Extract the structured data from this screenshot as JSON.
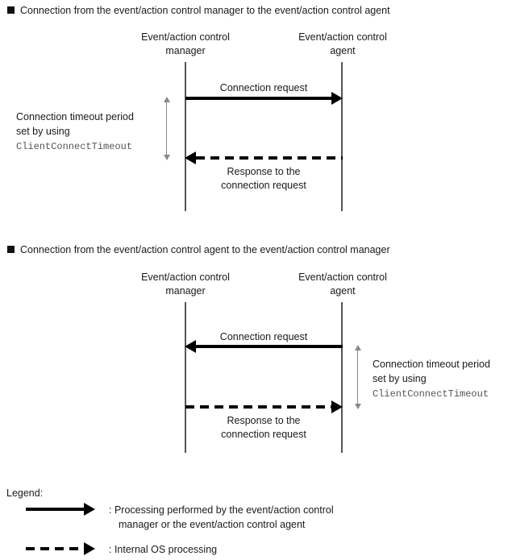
{
  "sections": [
    {
      "heading": "Connection from the event/action control manager to the event/action control agent",
      "actors": {
        "left": {
          "line1": "Event/action control",
          "line2": "manager"
        },
        "right": {
          "line1": "Event/action control",
          "line2": "agent"
        }
      },
      "messages": [
        {
          "label": "Connection request",
          "style": "solid",
          "direction": "right"
        },
        {
          "label_line1": "Response to the",
          "label_line2": "connection request",
          "style": "dashed",
          "direction": "left"
        }
      ],
      "timeout_note": {
        "line1": "Connection timeout period",
        "line2": "set by using",
        "parameter": "ClientConnectTimeout",
        "side": "left"
      }
    },
    {
      "heading": "Connection from the event/action control agent to the event/action control manager",
      "actors": {
        "left": {
          "line1": "Event/action control",
          "line2": "manager"
        },
        "right": {
          "line1": "Event/action control",
          "line2": "agent"
        }
      },
      "messages": [
        {
          "label": "Connection request",
          "style": "solid",
          "direction": "left"
        },
        {
          "label_line1": "Response to the",
          "label_line2": "connection request",
          "style": "dashed",
          "direction": "right"
        }
      ],
      "timeout_note": {
        "line1": "Connection timeout period",
        "line2": "set by using",
        "parameter": "ClientConnectTimeout",
        "side": "right"
      }
    }
  ],
  "legend": {
    "title": "Legend:",
    "entries": [
      {
        "style": "solid",
        "text_line1": ": Processing performed by the event/action control",
        "text_line2": "manager or the event/action control agent"
      },
      {
        "style": "dashed",
        "text_line1": ": Internal OS processing",
        "text_line2": ""
      }
    ]
  },
  "colors": {
    "ink": "#1a1a1a",
    "lifeline": "#555555",
    "span_arrow": "#888888",
    "parameter": "#555555"
  }
}
